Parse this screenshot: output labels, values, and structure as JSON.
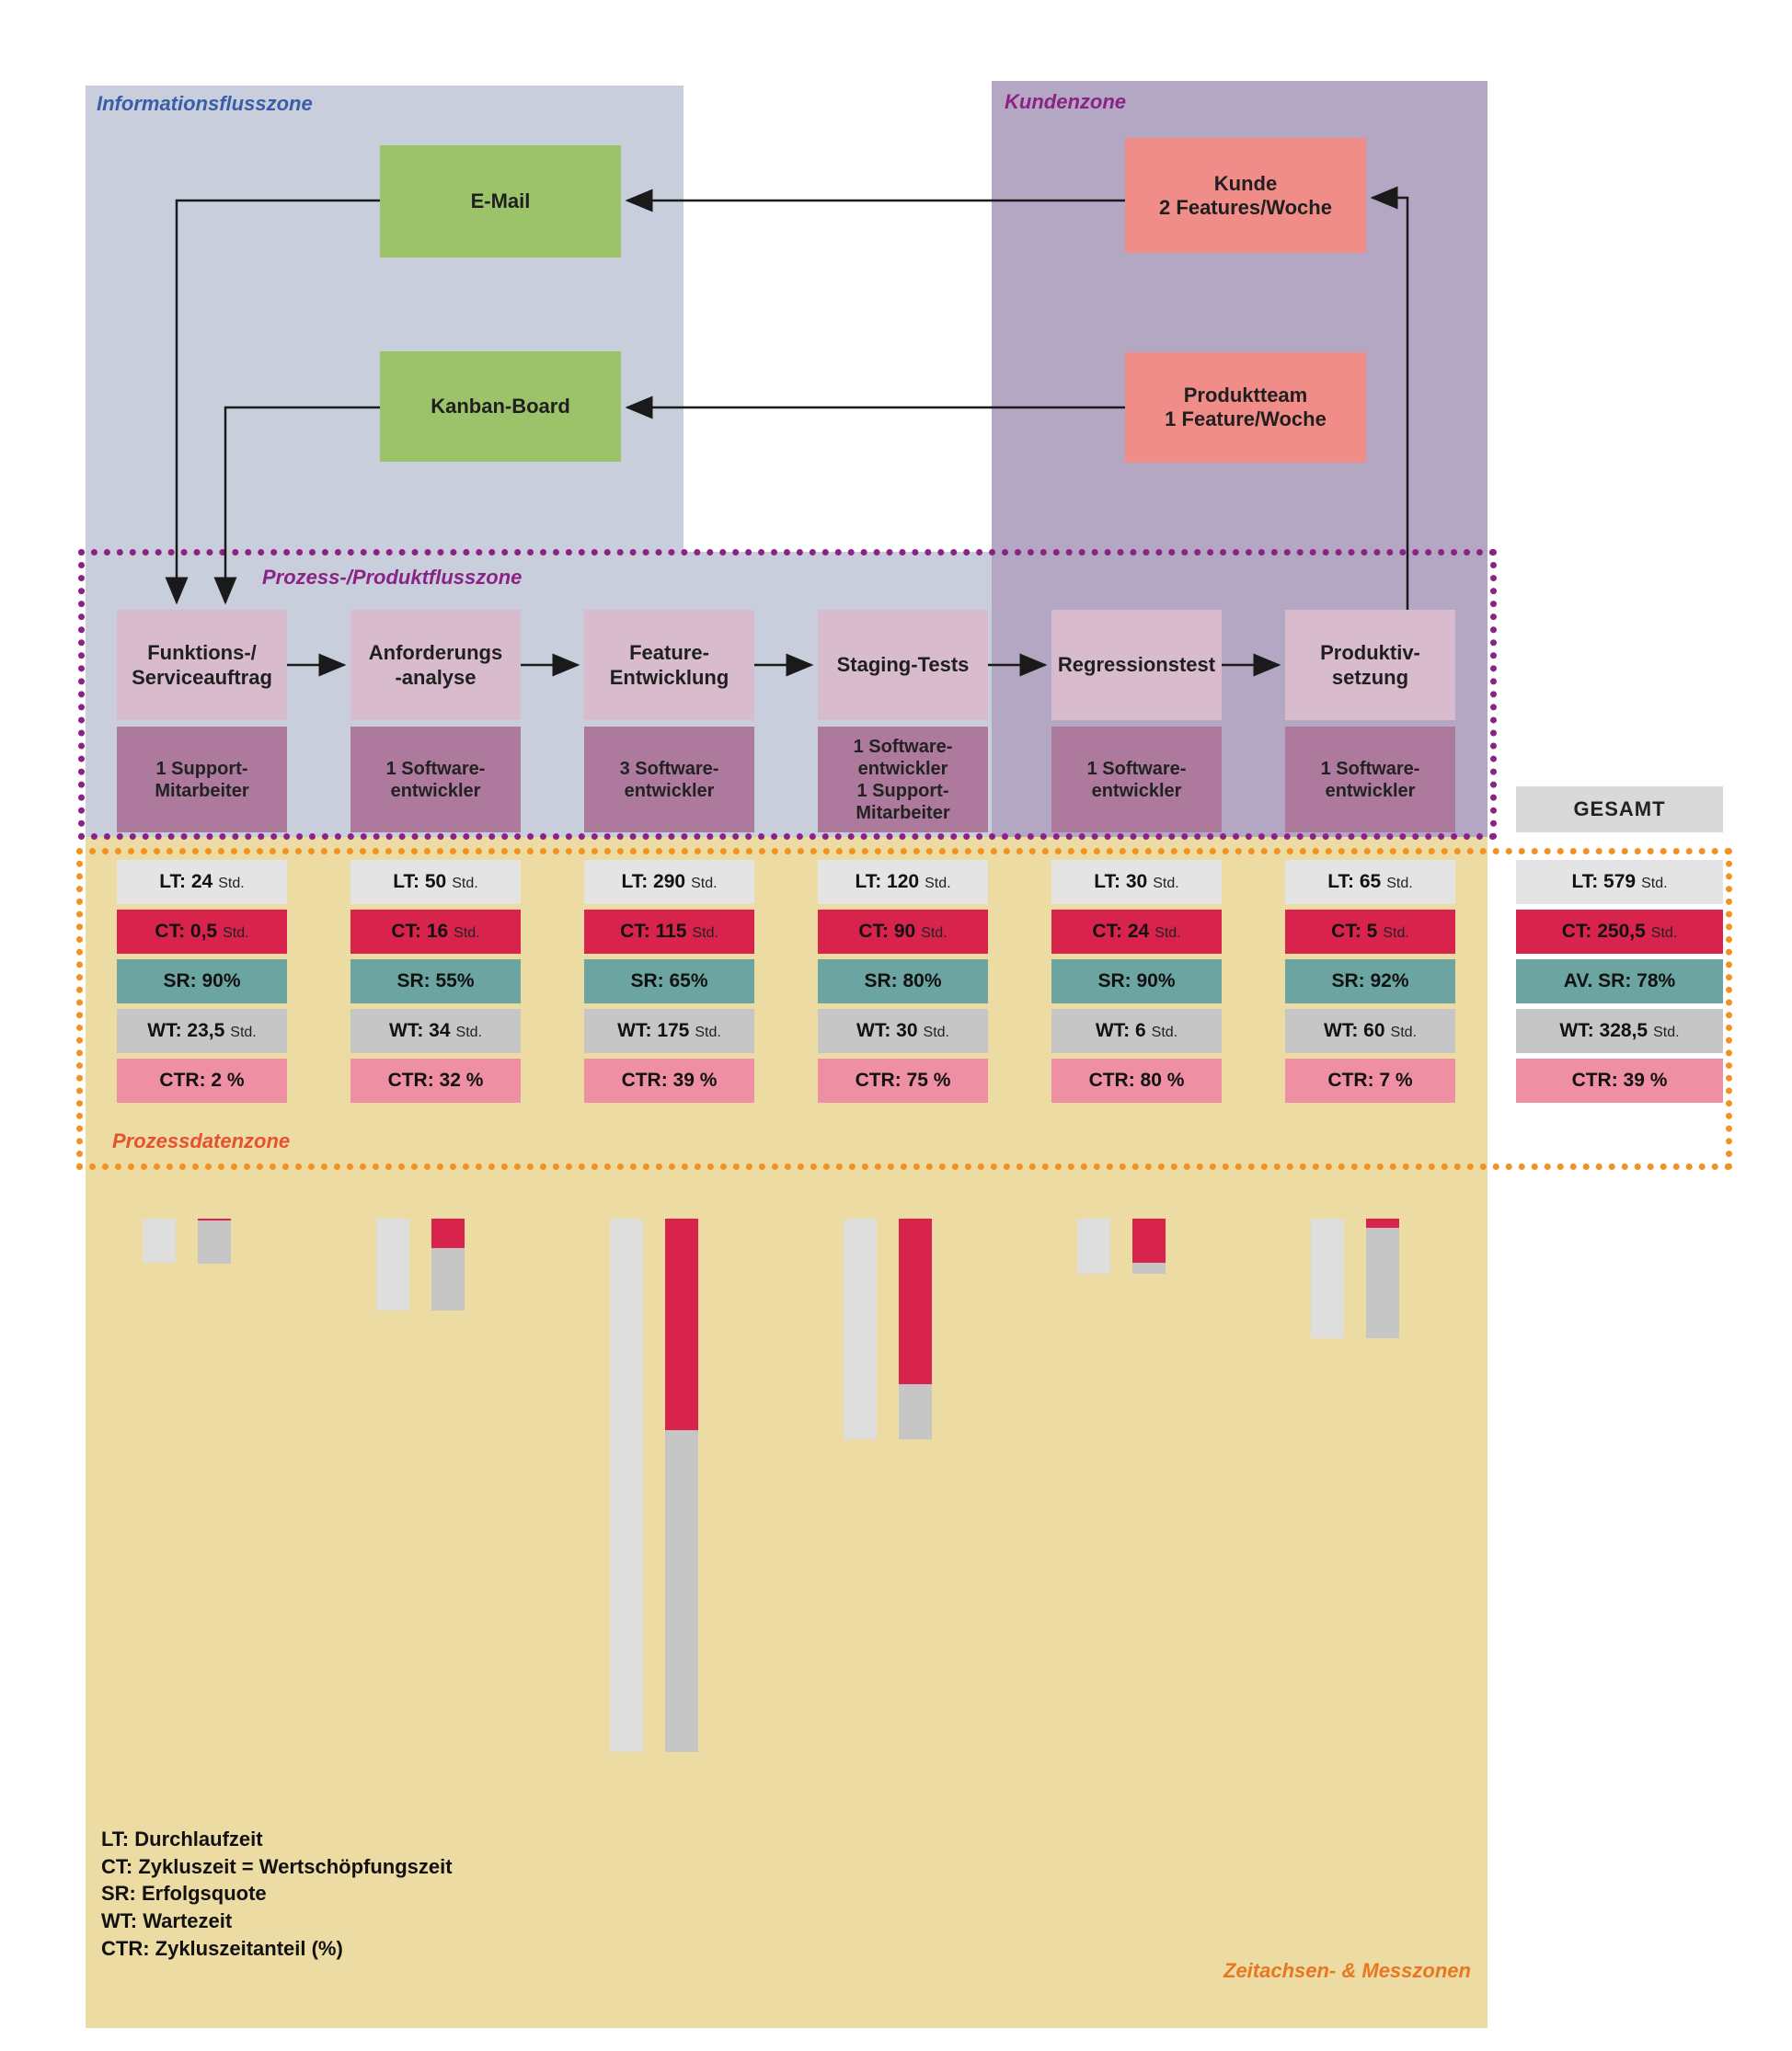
{
  "zones": {
    "information": "Informationsflusszone",
    "customer": "Kundenzone",
    "process_flow": "Prozess-/Produktflusszone",
    "process_data": "Prozessdatenzone",
    "time_axis": "Zeitachsen- & Messzonen"
  },
  "info_flow": {
    "email": "E-Mail",
    "kanban": "Kanban-Board"
  },
  "customer": {
    "kunde": "Kunde\n2 Features/Woche",
    "produktteam": "Produktteam\n1 Feature/Woche"
  },
  "processes": [
    {
      "name": "Funktions-/\nServiceauftrag",
      "role": "1 Support-\nMitarbeiter",
      "metrics": {
        "lt": "LT: 24",
        "ct": "CT: 0,5",
        "sr": "SR: 90%",
        "wt": "WT: 23,5",
        "ctr": "CTR: 2 %",
        "unit": "Std."
      },
      "hours": {
        "lt": 24,
        "ct": 0.5,
        "wt": 23.5
      }
    },
    {
      "name": "Anforderungs\n-analyse",
      "role": "1 Software-\nentwickler",
      "metrics": {
        "lt": "LT: 50",
        "ct": "CT: 16",
        "sr": "SR: 55%",
        "wt": "WT: 34",
        "ctr": "CTR: 32 %",
        "unit": "Std."
      },
      "hours": {
        "lt": 50,
        "ct": 16,
        "wt": 34
      }
    },
    {
      "name": "Feature-\nEntwicklung",
      "role": "3 Software-\nentwickler",
      "metrics": {
        "lt": "LT: 290",
        "ct": "CT: 115",
        "sr": "SR: 65%",
        "wt": "WT: 175",
        "ctr": "CTR: 39 %",
        "unit": "Std."
      },
      "hours": {
        "lt": 290,
        "ct": 115,
        "wt": 175
      }
    },
    {
      "name": "Staging-Tests",
      "role": "1 Software-\nentwickler\n1 Support-\nMitarbeiter",
      "metrics": {
        "lt": "LT: 120",
        "ct": "CT: 90",
        "sr": "SR: 80%",
        "wt": "WT: 30",
        "ctr": "CTR: 75 %",
        "unit": "Std."
      },
      "hours": {
        "lt": 120,
        "ct": 90,
        "wt": 30
      }
    },
    {
      "name": "Regressionstest",
      "role": "1 Software-\nentwickler",
      "metrics": {
        "lt": "LT: 30",
        "ct": "CT: 24",
        "sr": "SR: 90%",
        "wt": "WT: 6",
        "ctr": "CTR: 80 %",
        "unit": "Std."
      },
      "hours": {
        "lt": 30,
        "ct": 24,
        "wt": 6
      }
    },
    {
      "name": "Produktiv-\nsetzung",
      "role": "1 Software-\nentwickler",
      "metrics": {
        "lt": "LT: 65",
        "ct": "CT: 5",
        "sr": "SR: 92%",
        "wt": "WT: 60",
        "ctr": "CTR: 7 %",
        "unit": "Std."
      },
      "hours": {
        "lt": 65,
        "ct": 5,
        "wt": 60
      }
    }
  ],
  "gesamt": {
    "header": "GESAMT",
    "metrics": {
      "lt": "LT: 579",
      "ct": "CT: 250,5",
      "sr": "AV. SR: 78%",
      "wt": "WT: 328,5",
      "ctr": "CTR: 39 %",
      "unit": "Std."
    }
  },
  "legend": [
    "LT: Durchlaufzeit",
    "CT: Zykluszeit = Wertschöpfungszeit",
    "SR: Erfolgsquote",
    "WT: Wartezeit",
    "CTR: Zykluszeitanteil (%)"
  ],
  "colors": {
    "info-zone": "#c8cedc",
    "customer-zone": "#b3a7c4",
    "time-zone": "#ecdba3",
    "node-green": "#9dc36a",
    "node-salmon": "#f18d89",
    "process-label": "#d8bccd",
    "process-role": "#ad7a9e",
    "lt-row": "#e4e4e4",
    "ct-row": "#d8234d",
    "sr-row": "#6ba4a0",
    "wt-row": "#c6c6c6",
    "ctr-row": "#ee8fa3",
    "gesamt-header": "#d9d9d9",
    "border-purple": "#8b2384",
    "border-orange": "#f29222",
    "label-blue": "#3a5da8",
    "label-purple": "#8b2384",
    "label-red": "#e8512d",
    "label-orange": "#e87722",
    "bar-gray": "#dedede",
    "bar-wt": "#c6c6c6"
  }
}
